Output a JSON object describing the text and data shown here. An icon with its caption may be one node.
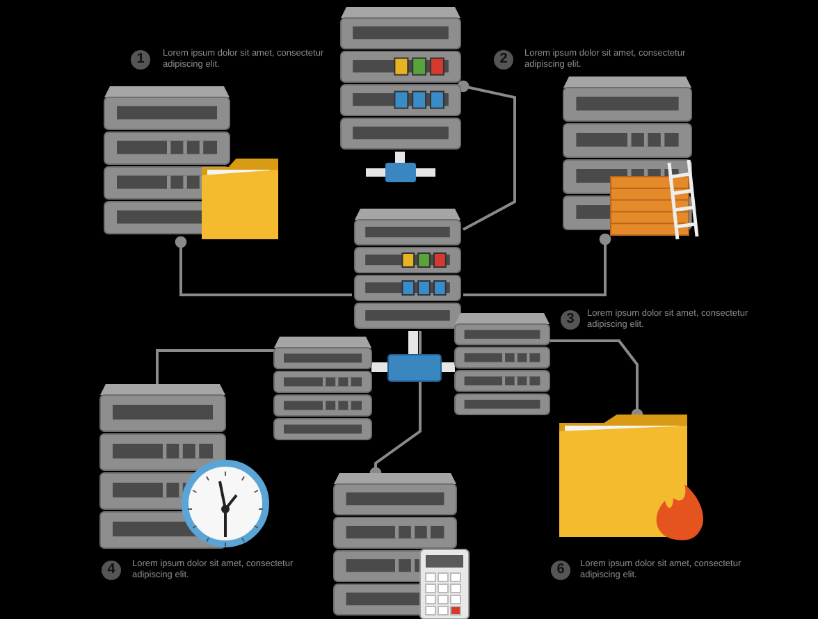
{
  "diagram": {
    "nodes": [
      {
        "text": [],
        "shape": "picture"
      },
      {
        "text": [],
        "shape": "picture"
      },
      {
        "text": [],
        "shape": "picture"
      },
      {
        "text": [],
        "shape": "picture"
      },
      {
        "text": [],
        "shape": "picture"
      },
      {
        "text": [],
        "shape": "picture"
      },
      {
        "text": [],
        "shape": "picture"
      },
      {
        "text": [],
        "shape": "picture"
      },
      {
        "text": [],
        "shape": "picture"
      }
    ],
    "edges": [
      {
        "from": 3,
        "to": 0,
        "arrow": "other"
      },
      {
        "from": 3,
        "to": 1,
        "arrow": "other"
      },
      {
        "from": 3,
        "to": 2,
        "arrow": "other"
      },
      {
        "from": 3,
        "to": 4,
        "arrow": "none",
        "style": "thick",
        "color": "#e6e6e6"
      },
      {
        "from": 3,
        "to": 5,
        "arrow": "none",
        "style": "thick",
        "color": "#e6e6e6"
      },
      {
        "from": 4,
        "to": 6,
        "arrow": "other"
      },
      {
        "from": 3,
        "to": 7,
        "arrow": "other"
      },
      {
        "from": 5,
        "to": 8,
        "arrow": "other"
      }
    ],
    "labels": [
      "1",
      "Lorem ipsum dolor sit amet, consectetur adipiscing elit.",
      "2",
      "Lorem ipsum dolor sit amet, consectetur adipiscing elit.",
      "3",
      "Lorem ipsum dolor sit amet, consectetur adipiscing elit.",
      "4",
      "Lorem ipsum dolor sit amet, consectetur adipiscing elit.",
      "6",
      "Lorem ipsum dolor sit amet, consectetur adipiscing elit."
    ]
  }
}
